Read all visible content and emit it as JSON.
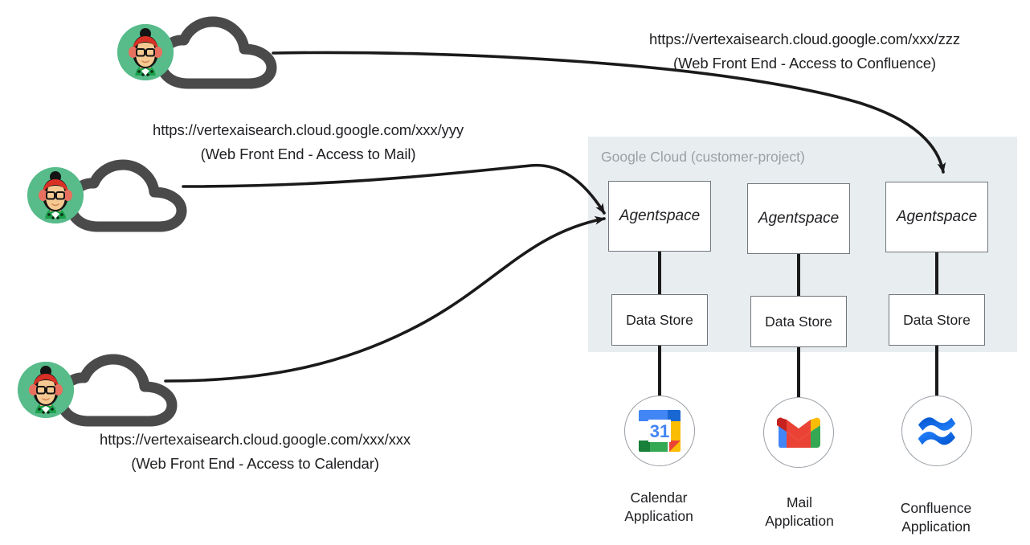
{
  "diagram": {
    "title": "Agentspace multi-datastore architecture",
    "container": {
      "label": "Google Cloud (customer-project)",
      "color": "#e8edf0",
      "label_color": "#9aa0a6"
    },
    "users": [
      {
        "id": "user-confluence",
        "avatar_name": "user-avatar-green",
        "cloud_name": "cloud-icon",
        "url": "https://vertexaisearch.cloud.google.com/xxx/zzz",
        "description": "(Web Front End - Access to Confluence)"
      },
      {
        "id": "user-mail",
        "avatar_name": "user-avatar-green",
        "cloud_name": "cloud-icon",
        "url": "https://vertexaisearch.cloud.google.com/xxx/yyy",
        "description": "(Web Front End - Access to Mail)"
      },
      {
        "id": "user-calendar",
        "avatar_name": "user-avatar-green",
        "cloud_name": "cloud-icon",
        "url": "https://vertexaisearch.cloud.google.com/xxx/xxx",
        "description": "(Web Front End - Access to Calendar)"
      }
    ],
    "columns": [
      {
        "agentspace_label": "Agentspace",
        "datastore_label": "Data Store",
        "app_icon": "google-calendar-icon",
        "app_label_line1": "Calendar",
        "app_label_line2": "Application"
      },
      {
        "agentspace_label": "Agentspace",
        "datastore_label": "Data Store",
        "app_icon": "gmail-icon",
        "app_label_line1": "Mail",
        "app_label_line2": "Application"
      },
      {
        "agentspace_label": "Agentspace",
        "datastore_label": "Data Store",
        "app_icon": "confluence-icon",
        "app_label_line1": "Confluence",
        "app_label_line2": "Application"
      }
    ],
    "colors": {
      "line": "#1a1a1a",
      "box_border": "#71777d",
      "avatar_bg": "#57bb8a",
      "cloud": "#4a4a4a",
      "text": "#202124"
    }
  }
}
